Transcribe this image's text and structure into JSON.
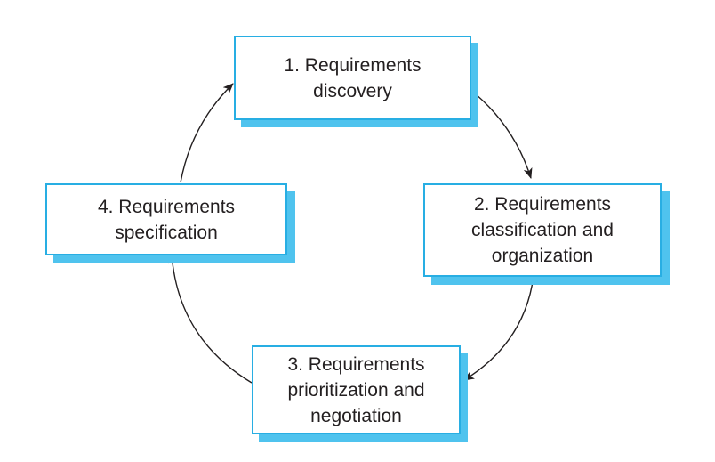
{
  "diagram": {
    "steps": [
      {
        "lines": [
          "1. Requirements",
          "discovery"
        ]
      },
      {
        "lines": [
          "2. Requirements",
          "classification and",
          "organization"
        ]
      },
      {
        "lines": [
          "3. Requirements",
          "prioritization and",
          "negotiation"
        ]
      },
      {
        "lines": [
          "4. Requirements",
          "specification"
        ]
      }
    ]
  },
  "colors": {
    "box_border": "#28aee3",
    "box_shadow": "#4fc3ee",
    "text": "#231f20",
    "arrow": "#231f20"
  }
}
